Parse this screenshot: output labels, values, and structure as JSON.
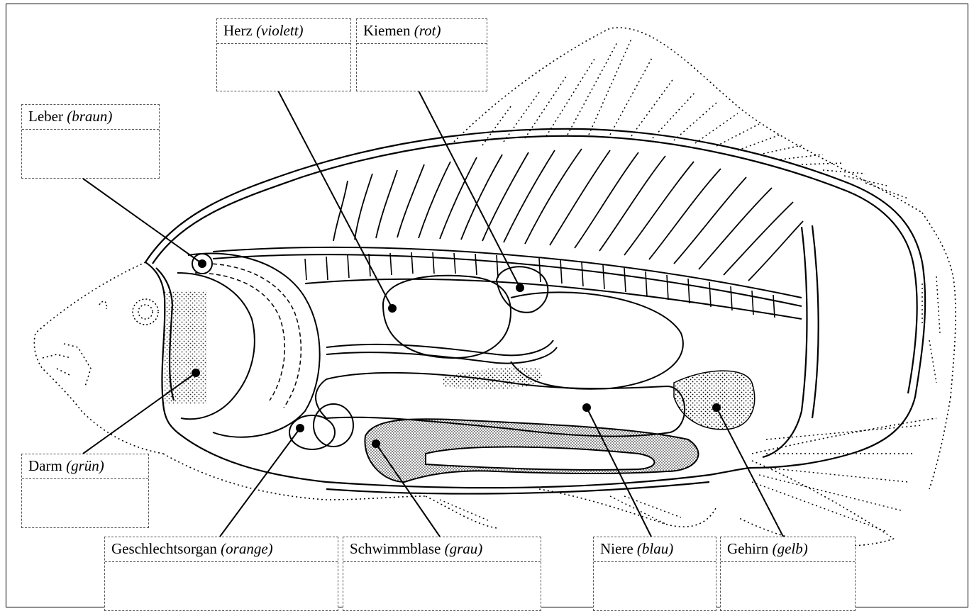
{
  "labels": {
    "herz": {
      "name": "Herz",
      "color": "(violett)"
    },
    "kiemen": {
      "name": "Kiemen",
      "color": "(rot)"
    },
    "leber": {
      "name": "Leber",
      "color": "(braun)"
    },
    "darm": {
      "name": "Darm",
      "color": "(grün)"
    },
    "geschlechtsorgan": {
      "name": "Geschlechtsorgan",
      "color": "(orange)"
    },
    "schwimmblase": {
      "name": "Schwimmblase",
      "color": "(grau)"
    },
    "niere": {
      "name": "Niere",
      "color": "(blau)"
    },
    "gehirn": {
      "name": "Gehirn",
      "color": "(gelb)"
    }
  }
}
